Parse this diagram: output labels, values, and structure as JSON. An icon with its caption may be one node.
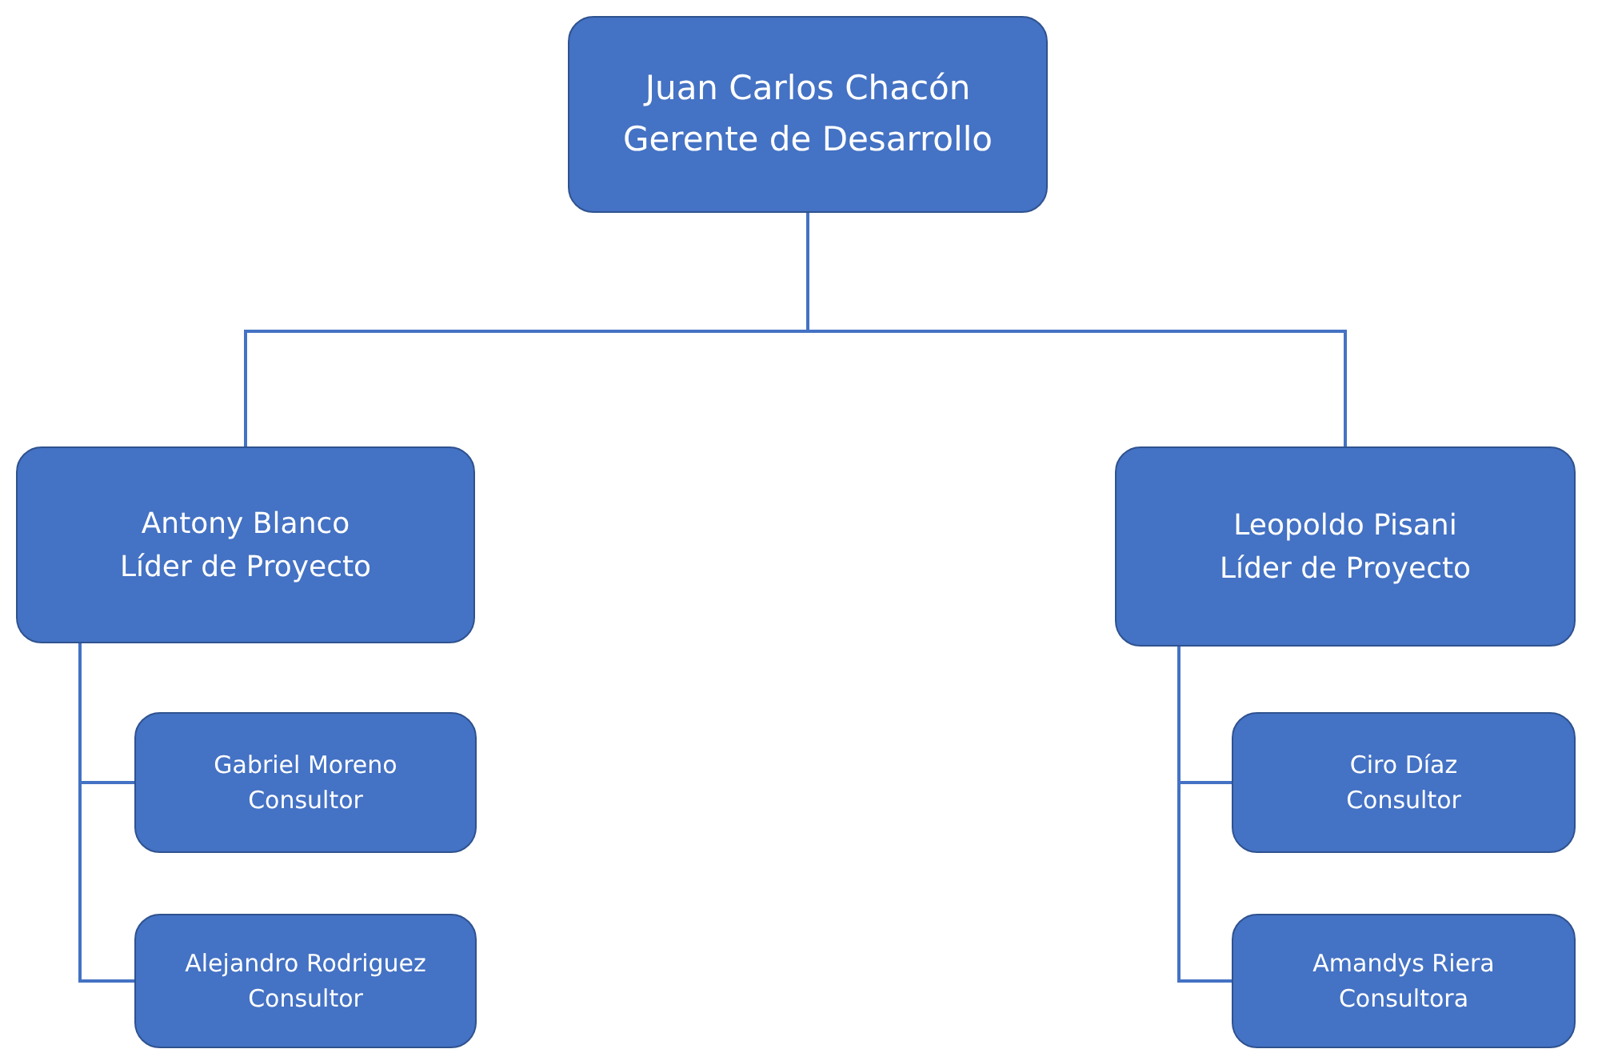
{
  "diagram": {
    "nodes": [
      {
        "text": [
          "Juan Carlos Chacón",
          "Gerente de Desarrollo"
        ]
      },
      {
        "text": [
          "Antony Blanco",
          "Líder de Proyecto"
        ]
      },
      {
        "text": [
          "Gabriel Moreno",
          "Consultor"
        ]
      },
      {
        "text": [
          "Alejandro Rodriguez",
          "Consultor"
        ]
      },
      {
        "text": [
          "Leopoldo Pisani",
          "Líder de Proyecto"
        ]
      },
      {
        "text": [
          "Ciro Díaz",
          "Consultor"
        ]
      },
      {
        "text": [
          "Amandys Riera",
          "Consultora"
        ]
      }
    ],
    "edges": [
      {
        "from": 0,
        "to": 1,
        "arrow": "none"
      },
      {
        "from": 0,
        "to": 4,
        "arrow": "none"
      },
      {
        "from": 1,
        "to": 2,
        "arrow": "none"
      },
      {
        "from": 1,
        "to": 3,
        "arrow": "none"
      },
      {
        "from": 4,
        "to": 5,
        "arrow": "none"
      },
      {
        "from": 4,
        "to": 6,
        "arrow": "none"
      }
    ]
  }
}
